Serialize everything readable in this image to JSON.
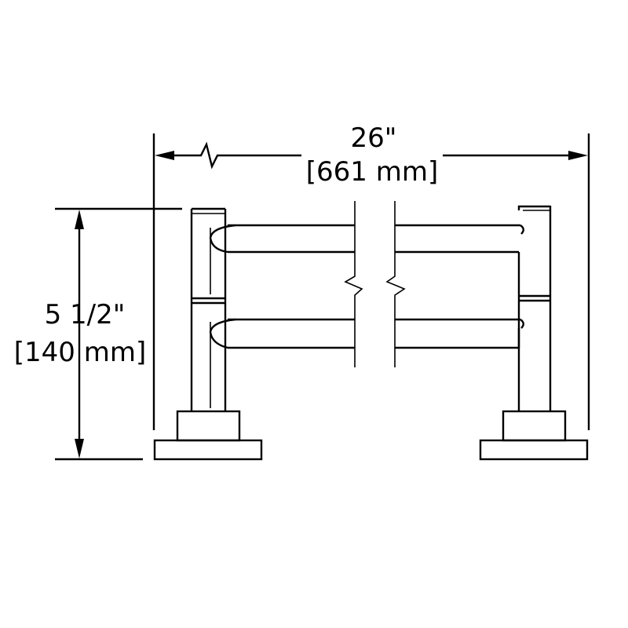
{
  "dimensions": {
    "width_in": "26\"",
    "width_mm": "[661 mm]",
    "height_in": "5 1/2\"",
    "height_mm": "[140 mm]"
  },
  "colors": {
    "line": "#000000",
    "background": "#ffffff"
  }
}
